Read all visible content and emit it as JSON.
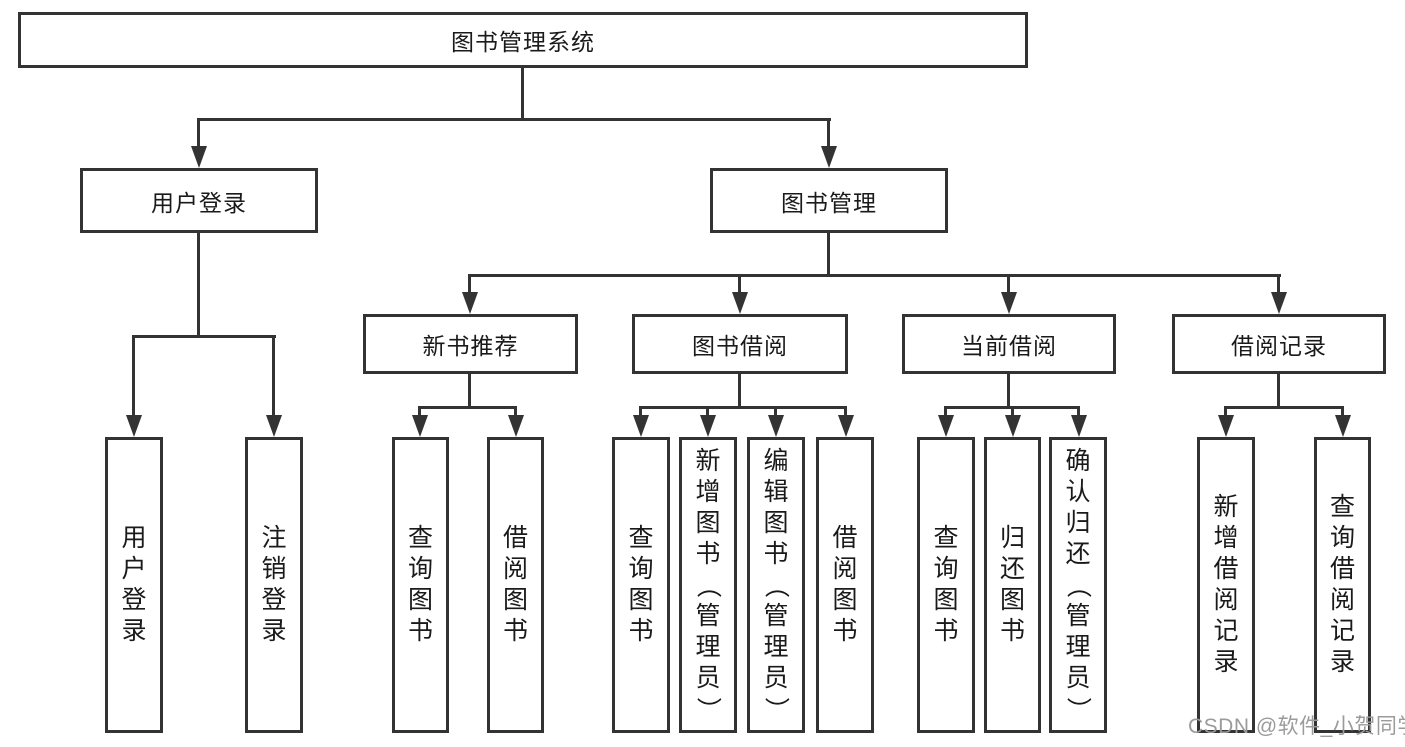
{
  "diagram": {
    "title": "图书管理系统",
    "root": {
      "label": "图书管理系统"
    },
    "level2": [
      {
        "label": "用户登录"
      },
      {
        "label": "图书管理"
      }
    ],
    "level3": [
      {
        "label": "新书推荐"
      },
      {
        "label": "图书借阅"
      },
      {
        "label": "当前借阅"
      },
      {
        "label": "借阅记录"
      }
    ],
    "leaves": {
      "user_login": [
        "用户登录",
        "注销登录"
      ],
      "new_book": [
        "查询图书",
        "借阅图书"
      ],
      "book_borrow": [
        "查询图书",
        "新增图书（管理员）",
        "编辑图书（管理员）",
        "借阅图书"
      ],
      "current_borrow": [
        "查询图书",
        "归还图书",
        "确认归还（管理员）"
      ],
      "borrow_record": [
        "新增借阅记录",
        "查询借阅记录"
      ]
    }
  },
  "watermark": {
    "text": "CSDN @软件_小贺同学",
    "color": "#9b9b9b"
  },
  "colors": {
    "line": "#333333",
    "text": "#1a1a1a",
    "box_bg": "#ffffff"
  }
}
